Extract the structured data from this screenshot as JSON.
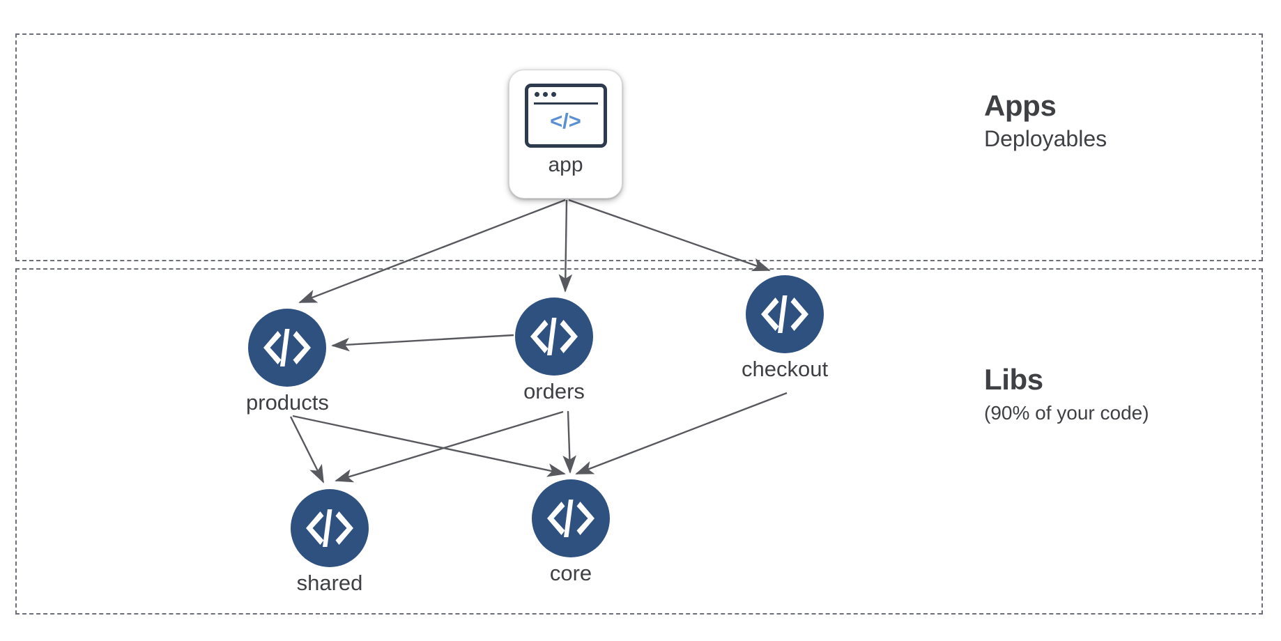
{
  "diagram": {
    "type": "dependency-graph",
    "title": "Nx workspace apps and libs dependency graph",
    "background": "#ffffff",
    "node_color": "#2e5180",
    "edge_color": "#58595e",
    "zone_border_color": "#6b6e76",
    "text_color": "#3f4044",
    "code_glyph_color": "#5b8fd4"
  },
  "zones": [
    {
      "id": "apps",
      "title": "Apps",
      "subtitle": "Deployables"
    },
    {
      "id": "libs",
      "title": "Libs",
      "subtitle": "(90% of your code)"
    }
  ],
  "nodes": [
    {
      "id": "app",
      "label": "app",
      "zone": "apps",
      "shape": "rounded-card",
      "icon": "browser-code-icon",
      "code_glyph": "</>"
    },
    {
      "id": "products",
      "label": "products",
      "zone": "libs",
      "shape": "circle",
      "icon": "code-brackets-icon"
    },
    {
      "id": "orders",
      "label": "orders",
      "zone": "libs",
      "shape": "circle",
      "icon": "code-brackets-icon"
    },
    {
      "id": "checkout",
      "label": "checkout",
      "zone": "libs",
      "shape": "circle",
      "icon": "code-brackets-icon"
    },
    {
      "id": "shared",
      "label": "shared",
      "zone": "libs",
      "shape": "circle",
      "icon": "code-brackets-icon"
    },
    {
      "id": "core",
      "label": "core",
      "zone": "libs",
      "shape": "circle",
      "icon": "code-brackets-icon"
    }
  ],
  "edges": [
    {
      "from": "app",
      "to": "products"
    },
    {
      "from": "app",
      "to": "orders"
    },
    {
      "from": "app",
      "to": "checkout"
    },
    {
      "from": "orders",
      "to": "products"
    },
    {
      "from": "products",
      "to": "shared"
    },
    {
      "from": "products",
      "to": "core"
    },
    {
      "from": "orders",
      "to": "shared"
    },
    {
      "from": "orders",
      "to": "core"
    },
    {
      "from": "checkout",
      "to": "core"
    }
  ]
}
